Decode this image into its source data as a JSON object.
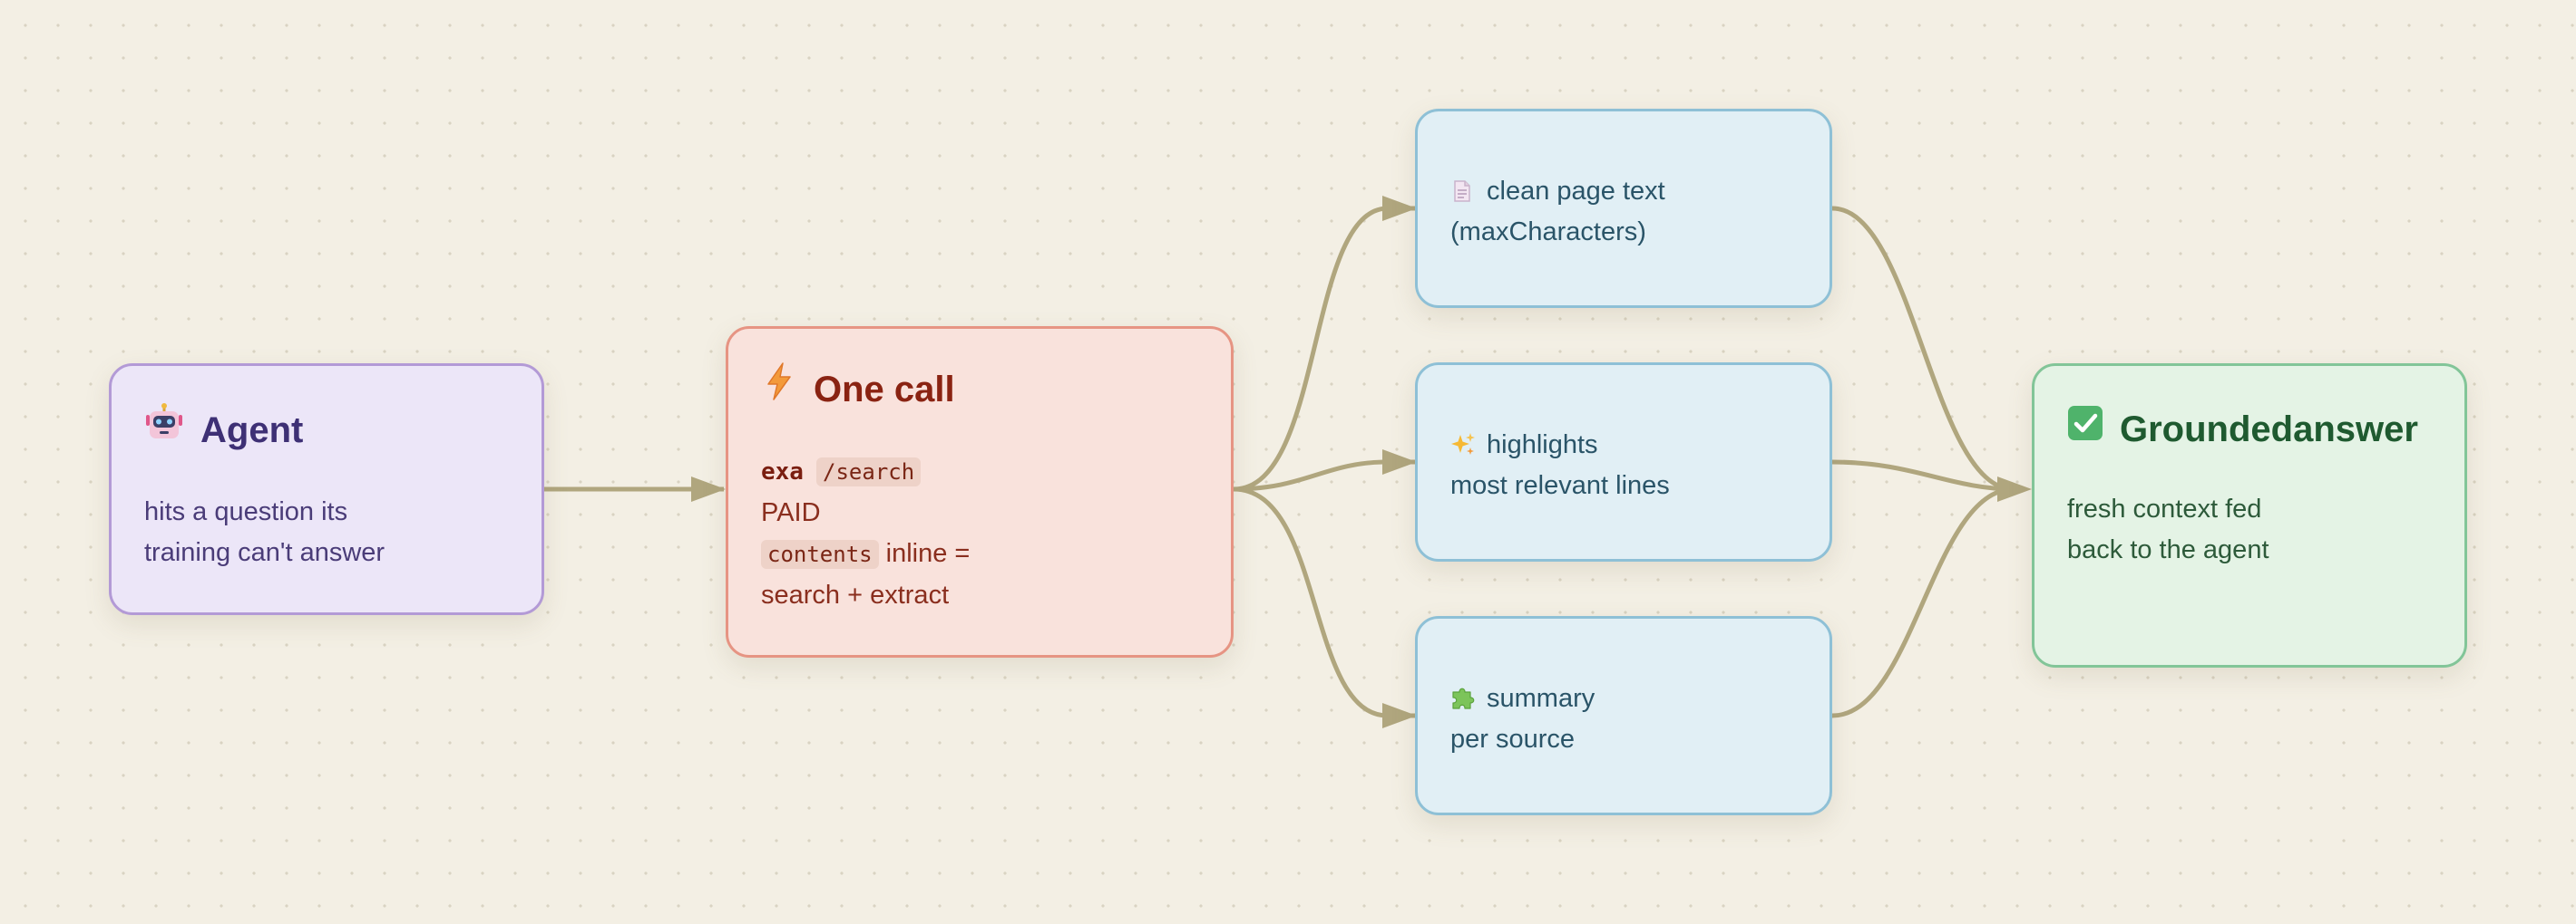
{
  "colors": {
    "edge": "#b0a67e",
    "agent_fill": "#ece6f8",
    "call_fill": "#f9e2dc",
    "feature_fill": "#e1eff5",
    "answer_fill": "#e4f3e5"
  },
  "nodes": {
    "agent": {
      "icon": "robot-icon",
      "title": "Agent",
      "lines": [
        "hits a question its",
        "training can't answer"
      ]
    },
    "one_call": {
      "icon": "lightning-icon",
      "title": "One call",
      "exa_label": "exa",
      "endpoint": "/search",
      "paid_label": "PAID",
      "contents_label": "contents",
      "inline_text": "inline =",
      "combo_text": "search + extract"
    },
    "clean_text": {
      "icon": "document-icon",
      "line1": "clean page text",
      "line2": "(maxCharacters)"
    },
    "highlights": {
      "icon": "sparkles-icon",
      "line1": "highlights",
      "line2": "most relevant lines"
    },
    "summary": {
      "icon": "puzzle-piece-icon",
      "line1": "summary",
      "line2": "per source"
    },
    "grounded_answer": {
      "icon": "check-mark-icon",
      "title_line1": "Grounded",
      "title_line2": "answer",
      "lines": [
        "fresh context fed",
        "back to the agent"
      ]
    }
  }
}
